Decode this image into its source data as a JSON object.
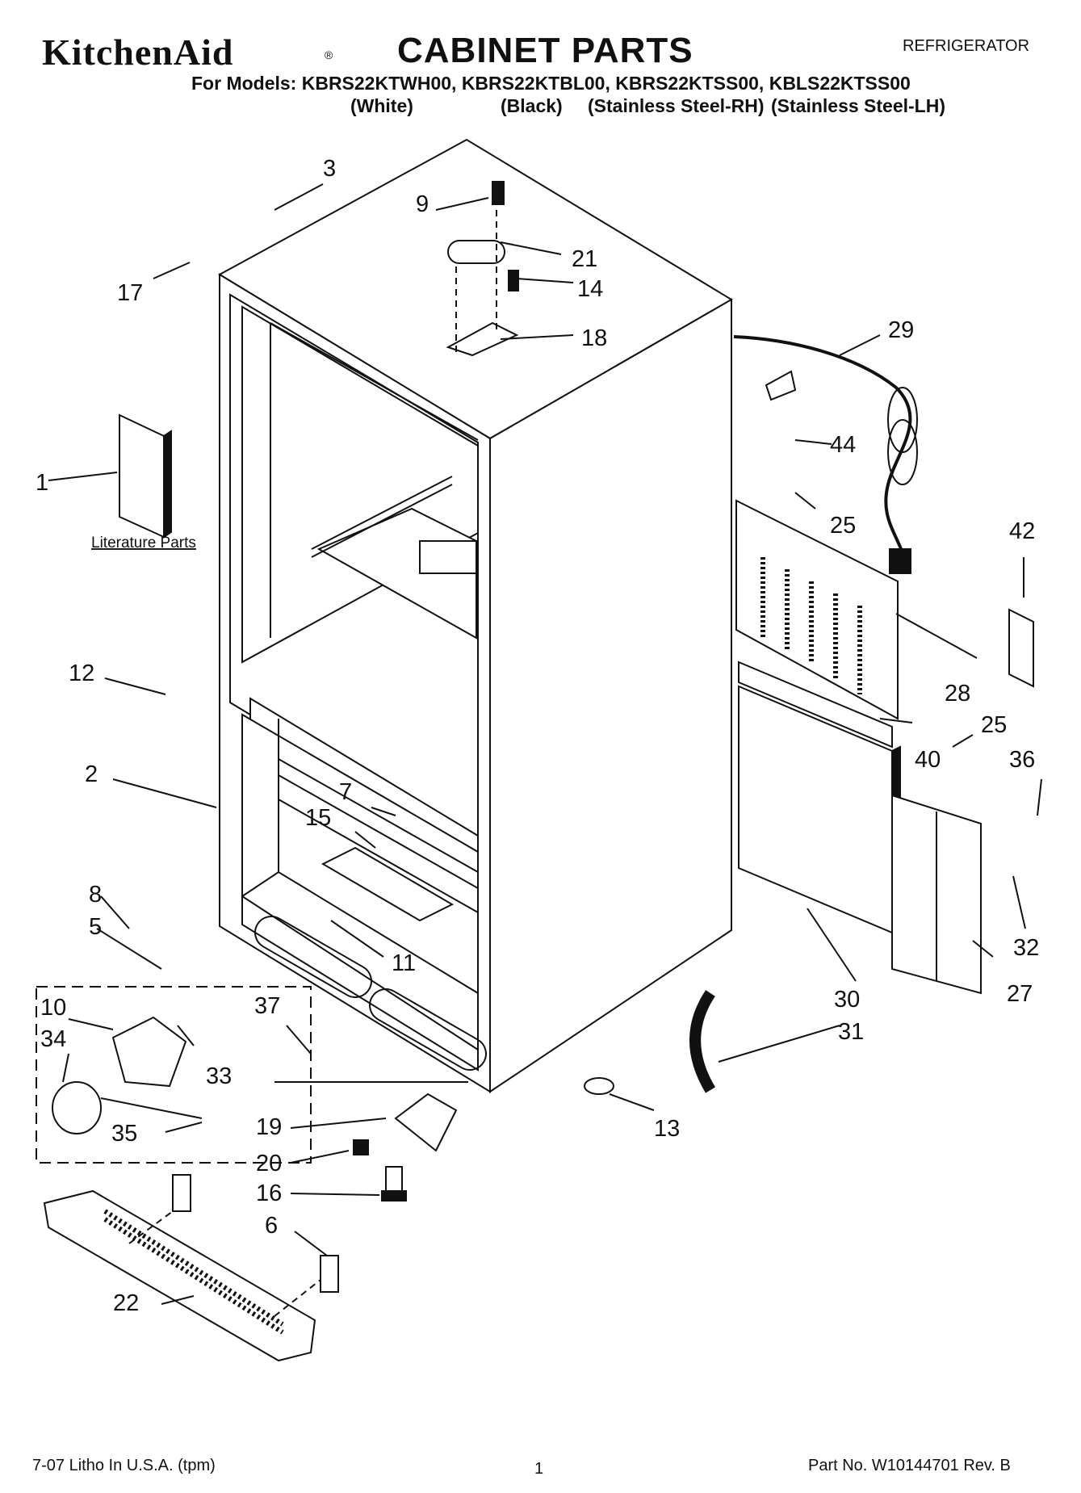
{
  "header": {
    "brand": "KitchenAid",
    "brand_mark": "®",
    "title": "CABINET PARTS",
    "category": "REFRIGERATOR",
    "models_line": "For Models: KBRS22KTWH00, KBRS22KTBL00, KBRS22KTSS00, KBLS22KTSS00",
    "variants": [
      "(White)",
      "(Black)",
      "(Stainless Steel-RH)",
      "(Stainless Steel-LH)"
    ]
  },
  "literature_label": "Literature Parts",
  "callouts": [
    "1",
    "2",
    "3",
    "5",
    "6",
    "7",
    "8",
    "9",
    "10",
    "11",
    "12",
    "13",
    "14",
    "15",
    "16",
    "17",
    "18",
    "19",
    "20",
    "21",
    "22",
    "25",
    "25",
    "27",
    "28",
    "29",
    "30",
    "31",
    "32",
    "33",
    "34",
    "35",
    "36",
    "37",
    "40",
    "42",
    "44"
  ],
  "footer": {
    "left": "7-07 Litho In U.S.A. (tpm)",
    "page": "1",
    "right": "Part No. W10144701 Rev. B"
  }
}
